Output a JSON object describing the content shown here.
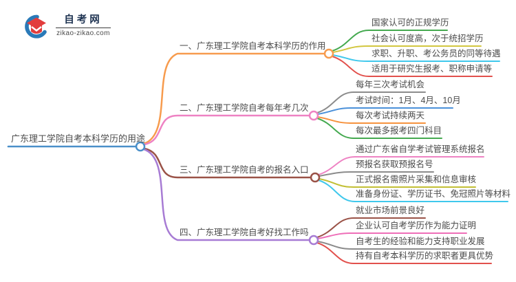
{
  "logo": {
    "title": "自考网",
    "domain": "zikao-zikao.com",
    "icon": "graduation-cap-icon",
    "blue": "#2a7ab8",
    "red": "#e23d3d",
    "navy": "#1c3150"
  },
  "colors": {
    "text": "#4b4b4b",
    "rootBlue": "#4a8fc9",
    "branch1Orange": "#f79b4d",
    "branch2Pink": "#ee82c3",
    "branch3Brown": "#9a5247",
    "branch4Purple": "#a77bd4"
  },
  "mindmap": {
    "root": {
      "label": "广东理工学院自考本科学历的用途",
      "color": "#4a8fc9"
    },
    "branches": [
      {
        "label": "一、广东理工学院自考本科学历的作用",
        "color": "#f79b4d",
        "children": [
          {
            "label": "国家认可的正规学历",
            "color": "#44a94f"
          },
          {
            "label": "社会认可度高，次于统招学历",
            "color": "#d2c63e"
          },
          {
            "label": "求职、升职、考公务员的同等待遇",
            "color": "#3fc8ec"
          },
          {
            "label": "适用于研究生报考、职称申请等",
            "color": "#e2504c"
          }
        ]
      },
      {
        "label": "二、广东理工学院自考每年考几次",
        "color": "#ee82c3",
        "children": [
          {
            "label": "每年三次考试机会",
            "color": "#8b8b8b"
          },
          {
            "label": "考试时间：1月、4月、10月",
            "color": "#4a90d9"
          },
          {
            "label": "每次考试持续两天",
            "color": "#f6923d"
          },
          {
            "label": "每次最多报考四门科目",
            "color": "#44a94f"
          }
        ]
      },
      {
        "label": "三、广东理工学院自考的报名入口",
        "color": "#9a5247",
        "children": [
          {
            "label": "通过广东省自学考试管理系统报名",
            "color": "#ee82c3"
          },
          {
            "label": "预报名获取预报名号",
            "color": "#8b8b8b"
          },
          {
            "label": "正式报名需照片采集和信息审核",
            "color": "#c2bf33"
          },
          {
            "label": "准备身份证、学历证书、免冠照片等材料",
            "color": "#3fc8ec"
          }
        ]
      },
      {
        "label": "四、广东理工学院自考好找工作吗",
        "color": "#a77bd4",
        "children": [
          {
            "label": "就业市场前景良好",
            "color": "#9a5247"
          },
          {
            "label": "企业认可自考学历作为能力证明",
            "color": "#ee6eb8"
          },
          {
            "label": "自考生的经验和能力支持职业发展",
            "color": "#8b8b8b"
          },
          {
            "label": "持有自考本科学历的求职者更具优势",
            "color": "#e2504c"
          }
        ]
      }
    ]
  }
}
